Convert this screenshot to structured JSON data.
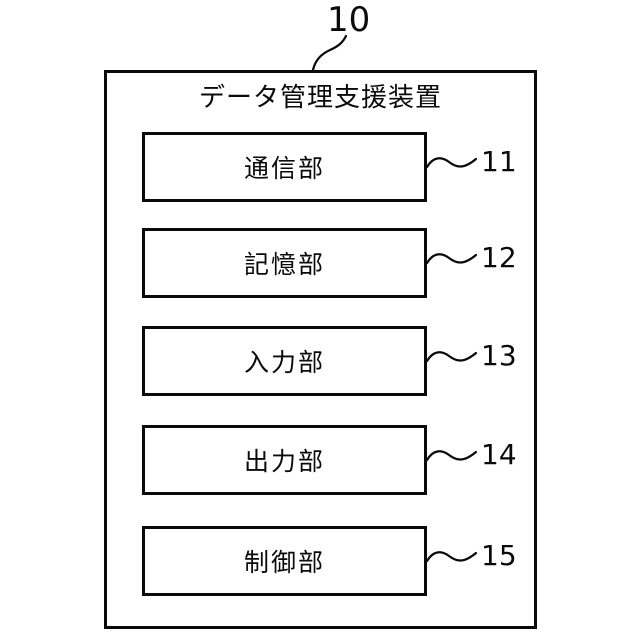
{
  "diagram": {
    "figure_type": "block-diagram",
    "outer_label": "10",
    "device_title": "データ管理支援装置",
    "blocks": [
      {
        "label": "通信部",
        "ref": "11"
      },
      {
        "label": "記憶部",
        "ref": "12"
      },
      {
        "label": "入力部",
        "ref": "13"
      },
      {
        "label": "出力部",
        "ref": "14"
      },
      {
        "label": "制御部",
        "ref": "15"
      }
    ],
    "colors": {
      "line": "#0a0a0a",
      "background": "#ffffff"
    }
  }
}
